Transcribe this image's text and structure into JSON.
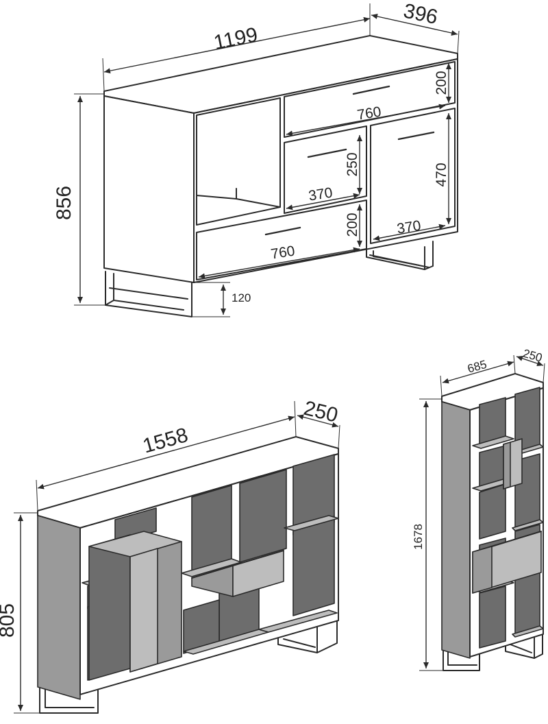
{
  "sideboard": {
    "width": "1199",
    "depth": "396",
    "height": "856",
    "top_drawer_height": "200",
    "top_drawer_width": "760",
    "small_drawer_height": "250",
    "small_drawer_width": "370",
    "door_height": "470",
    "door_width": "370",
    "bottom_drawer_height": "200",
    "bottom_drawer_width": "760",
    "leg_height": "120"
  },
  "wide_shelf": {
    "width": "1558",
    "depth": "250",
    "height": "805"
  },
  "tall_shelf": {
    "width": "685",
    "depth": "250",
    "height": "1678"
  },
  "colors": {
    "outline": "#2a2a2a",
    "shelf_back": "#6d6d6d",
    "shelf_side": "#9a9a9a",
    "shelf_front": "#bdbdbd"
  }
}
